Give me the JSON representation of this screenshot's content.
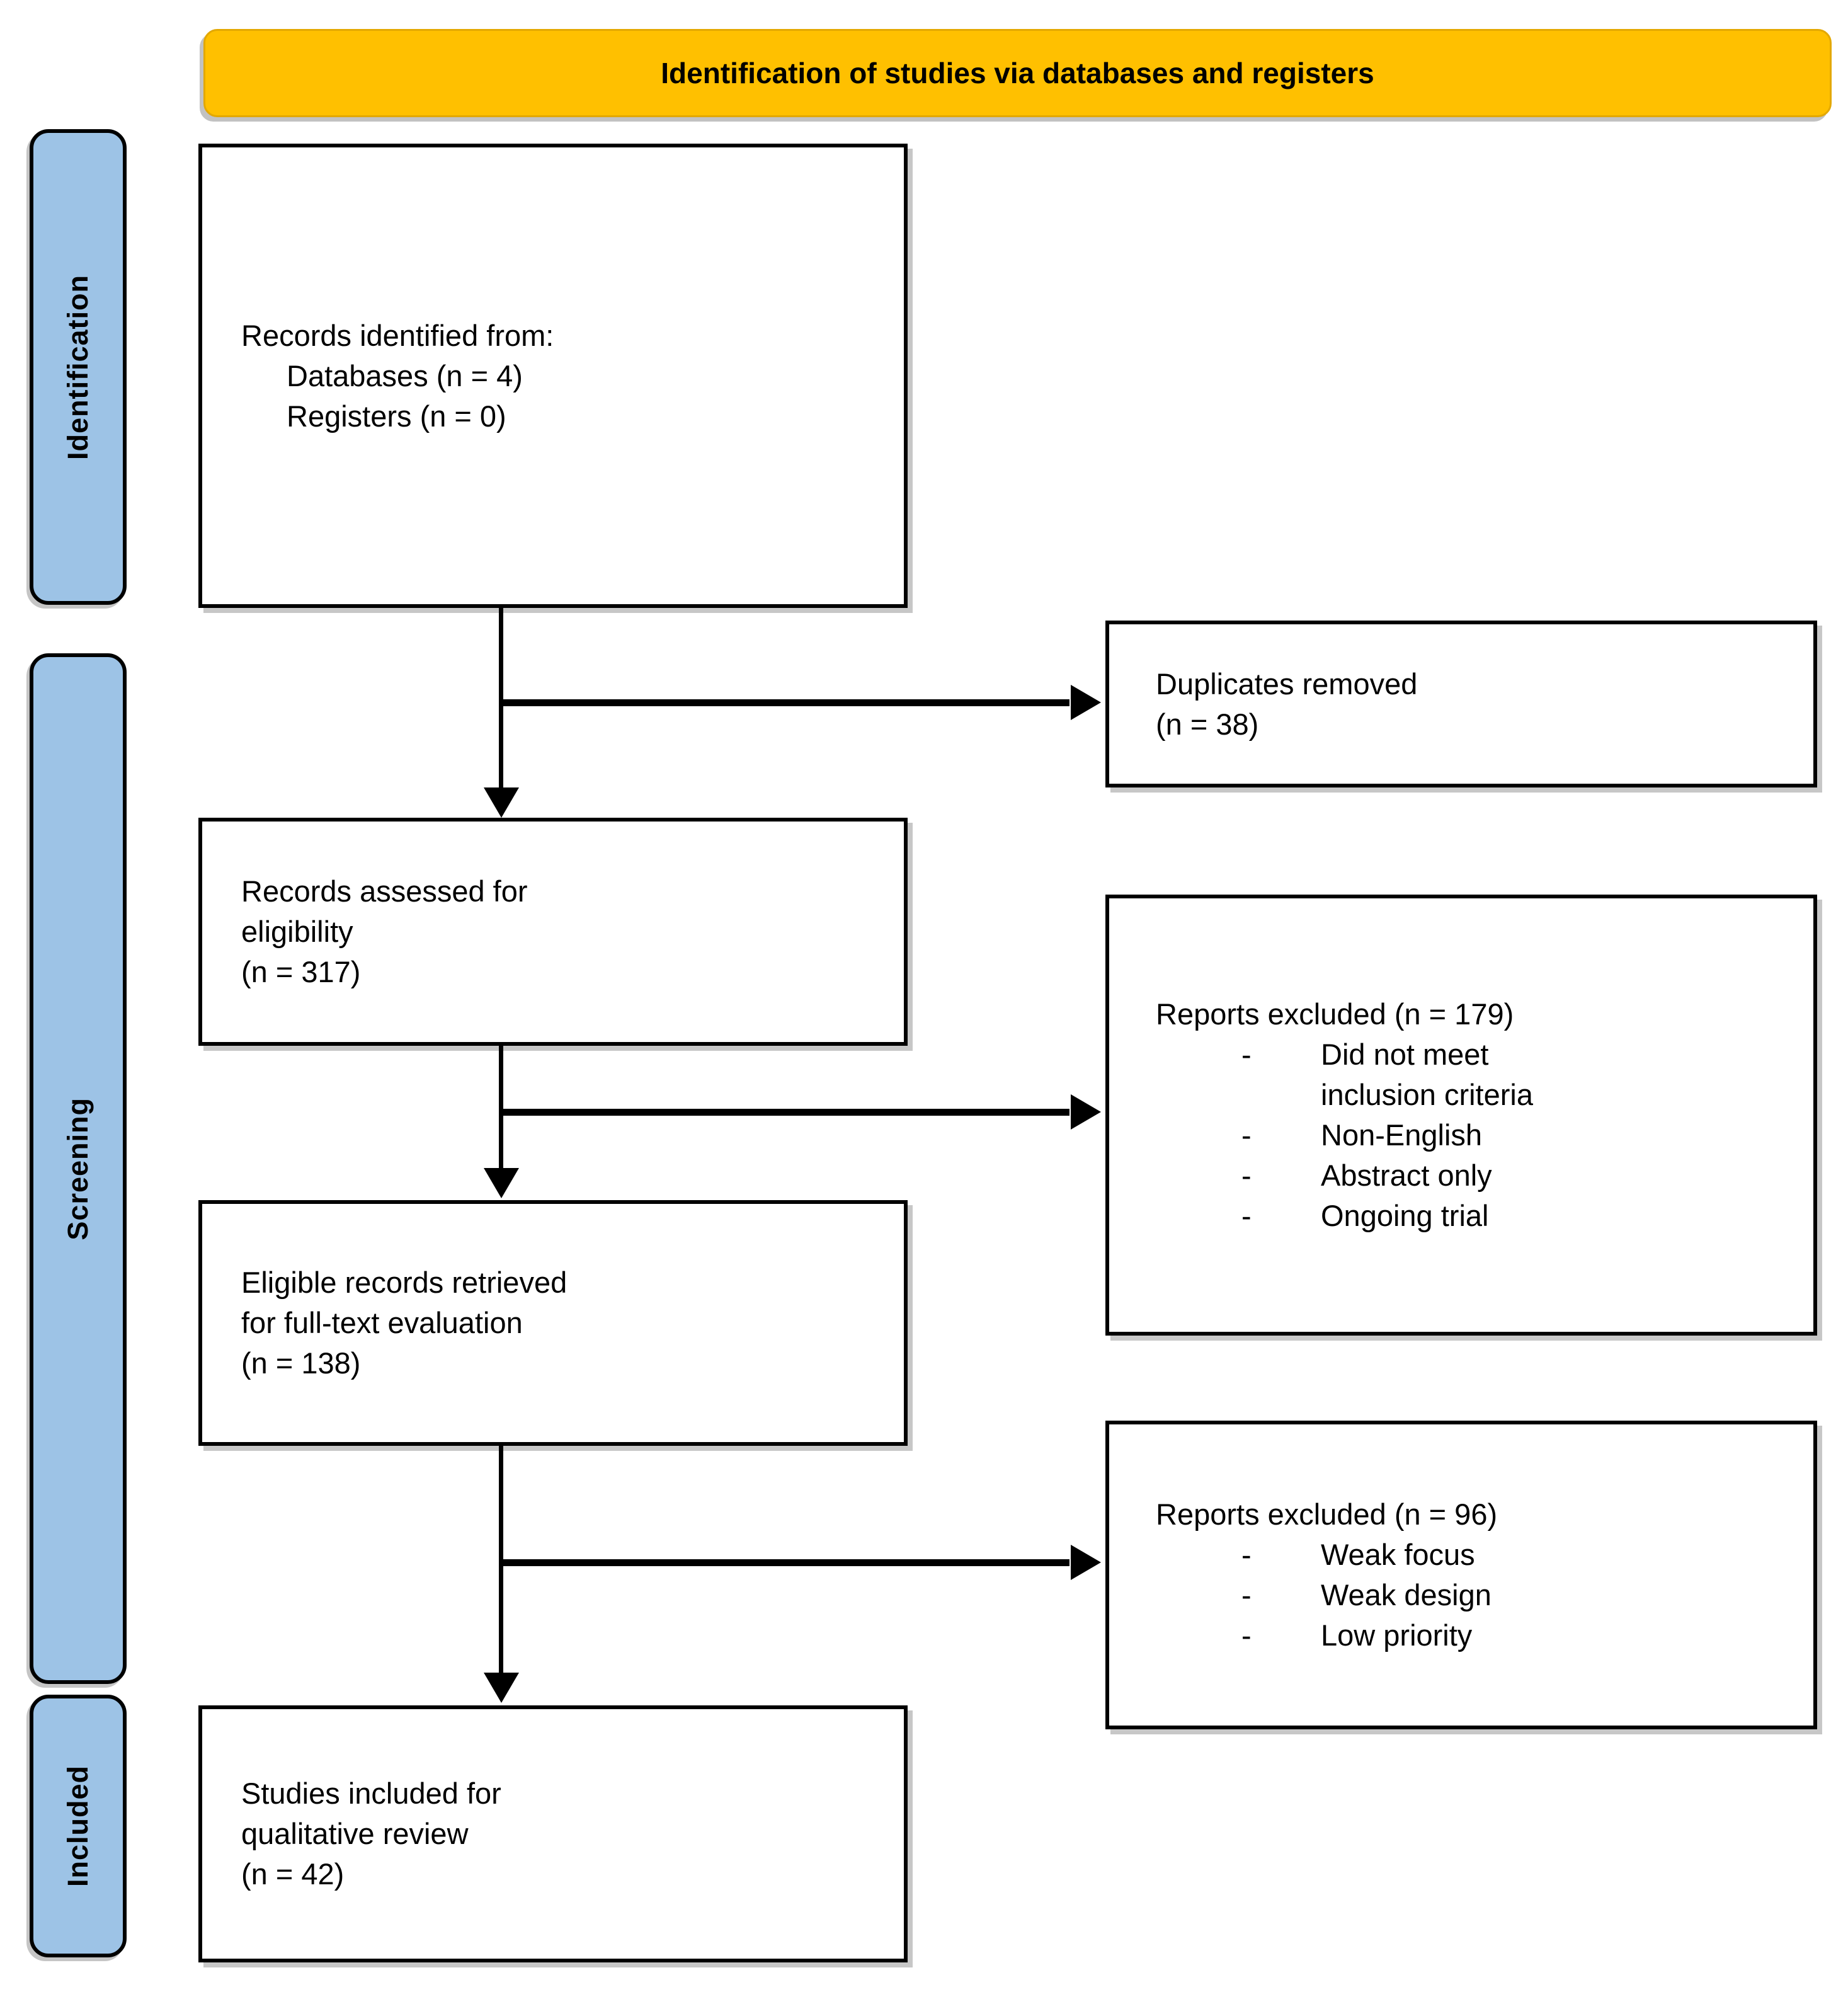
{
  "banner": {
    "label": "Identification of studies via databases and registers"
  },
  "colors": {
    "banner_bg": "#FFC000",
    "sidebar_bg": "#9DC3E6",
    "box_border": "#000000",
    "arrow": "#000000",
    "text": "#000000"
  },
  "bullet_char": "-",
  "sidebar": {
    "items": [
      {
        "label": "Identification"
      },
      {
        "label": "Screening"
      },
      {
        "label": "Included"
      }
    ]
  },
  "boxes": {
    "records_identified": {
      "title": "Records identified from:",
      "sub_lines": [
        "Databases (n = 4)",
        "Registers (n = 0)"
      ]
    },
    "duplicates_removed": {
      "lines": [
        "Duplicates removed",
        "(n = 38)"
      ]
    },
    "records_assessed": {
      "lines": [
        "Records assessed for",
        "eligibility",
        "(n = 317)"
      ]
    },
    "reports_excluded_screening": {
      "header": "Reports excluded (n = 179)",
      "bullets": [
        "Did not meet inclusion criteria",
        "Non-English",
        "Abstract only",
        "Ongoing trial"
      ]
    },
    "eligible_records": {
      "lines": [
        "Eligible records retrieved",
        "for full-text evaluation",
        "(n = 138)"
      ]
    },
    "reports_excluded_fulltext": {
      "header": "Reports excluded (n = 96)",
      "bullets": [
        "Weak focus",
        "Weak design",
        "Low priority"
      ]
    },
    "studies_included": {
      "lines": [
        "Studies included for",
        "qualitative review",
        "(n = 42)"
      ]
    }
  }
}
